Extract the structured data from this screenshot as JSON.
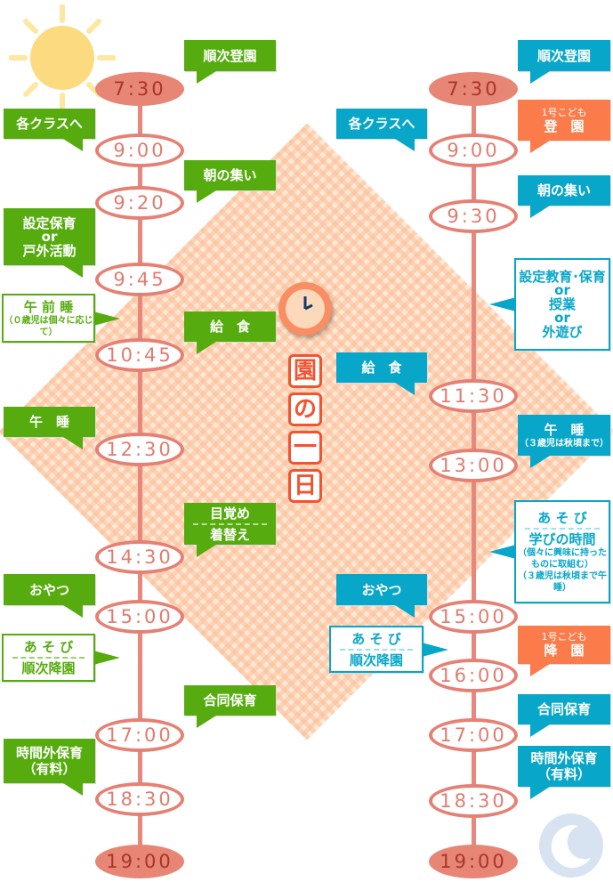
{
  "title": [
    "園",
    "の",
    "一",
    "日"
  ],
  "colors": {
    "green": "#56ac0e",
    "blue": "#08a6c9",
    "orange": "#fb7b4b",
    "salmon": "#e58174"
  },
  "left": {
    "times": [
      "7:30",
      "9:00",
      "9:20",
      "9:45",
      "10:45",
      "12:30",
      "14:30",
      "15:00",
      "17:00",
      "18:30",
      "19:00"
    ],
    "labels": [
      {
        "lines": [
          "順次登園"
        ]
      },
      {
        "lines": [
          "各クラスへ"
        ]
      },
      {
        "lines": [
          "朝の集い"
        ]
      },
      {
        "lines": [
          "設定保育",
          "or",
          "戸外活動"
        ]
      },
      {
        "lines": [
          "午 前 睡"
        ],
        "note": "（０歳児は個々に応じて）"
      },
      {
        "lines": [
          "給　食"
        ]
      },
      {
        "lines": [
          "午　睡"
        ]
      },
      {
        "lines": [
          "目覚め",
          "着替え"
        ]
      },
      {
        "lines": [
          "おやつ"
        ]
      },
      {
        "lines": [
          "あ そ び",
          "順次降園"
        ]
      },
      {
        "lines": [
          "合同保育"
        ]
      },
      {
        "lines": [
          "時間外保育",
          "（有料）"
        ]
      }
    ]
  },
  "right": {
    "times": [
      "7:30",
      "9:00",
      "9:30",
      "11:30",
      "13:00",
      "15:00",
      "16:00",
      "17:00",
      "18:30",
      "19:00"
    ],
    "labels": [
      {
        "lines": [
          "順次登園"
        ]
      },
      {
        "lines": [
          "登　園"
        ],
        "sup": "1号こども"
      },
      {
        "lines": [
          "各クラスへ"
        ]
      },
      {
        "lines": [
          "朝の集い"
        ]
      },
      {
        "lines": [
          "設定教育･保育",
          "or",
          "授業",
          "or",
          "外遊び"
        ]
      },
      {
        "lines": [
          "給　食"
        ]
      },
      {
        "lines": [
          "午　睡"
        ],
        "note": "（３歳児は秋頃まで）"
      },
      {
        "lines": [
          "あ そ び",
          "学びの時間"
        ],
        "note": "（個々に興味に持ったものに取組む）",
        "note2": "（３歳児は秋頃まで午睡）"
      },
      {
        "lines": [
          "おやつ"
        ]
      },
      {
        "lines": [
          "あ そ び",
          "順次降園"
        ]
      },
      {
        "lines": [
          "降　園"
        ],
        "sup": "1号こども"
      },
      {
        "lines": [
          "合同保育"
        ]
      },
      {
        "lines": [
          "時間外保育",
          "（有料）"
        ]
      }
    ]
  }
}
